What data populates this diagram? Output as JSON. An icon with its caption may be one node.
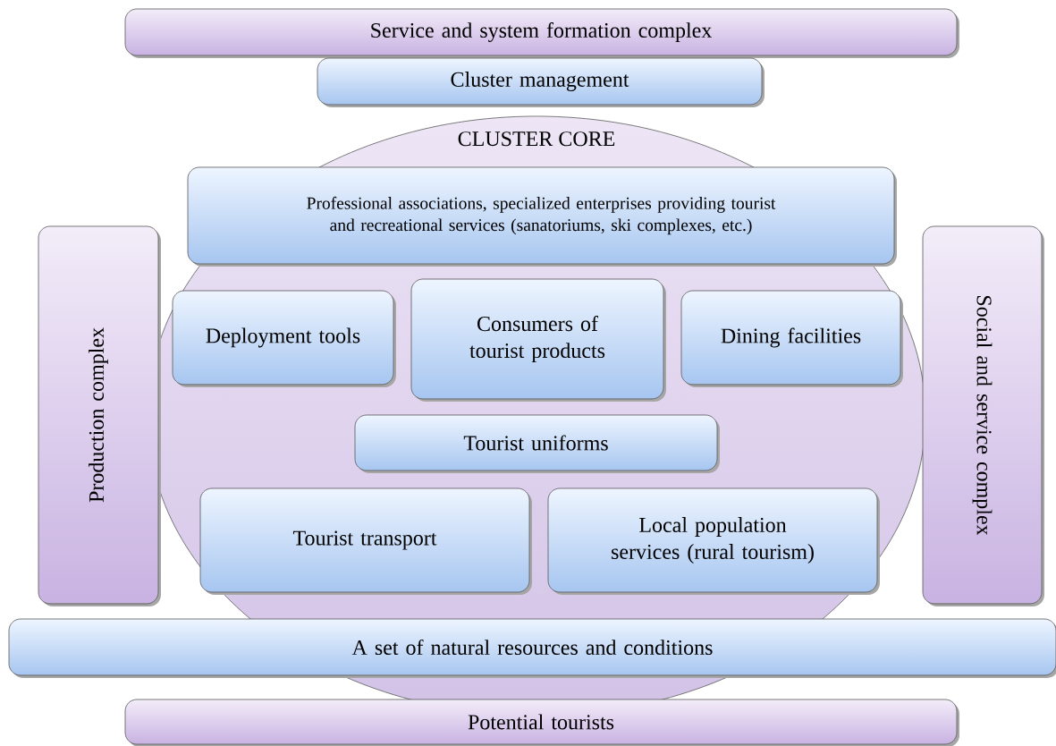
{
  "diagram": {
    "nodes": [
      {
        "text": [
          "Service and system formation complex"
        ]
      },
      {
        "text": [
          "Cluster management"
        ]
      },
      {
        "text": [
          "CLUSTER CORE"
        ]
      },
      {
        "text": [
          "Professional associations, specialized enterprises providing tourist and recreational services (sanatoriums, ski complexes, etc.)"
        ],
        "in": 2
      },
      {
        "text": [
          "Production complex"
        ]
      },
      {
        "text": [
          "Deployment tools"
        ],
        "in": 2
      },
      {
        "text": [
          "Consumers of tourist products"
        ],
        "in": 2
      },
      {
        "text": [
          "Dining facilities"
        ],
        "in": 2
      },
      {
        "text": [
          "Social and service complex"
        ]
      },
      {
        "text": [
          "Tourist uniforms"
        ],
        "in": 2
      },
      {
        "text": [
          "Tourist transport"
        ],
        "in": 2
      },
      {
        "text": [
          "Local population services (rural tourism)"
        ],
        "in": 2
      },
      {
        "text": [
          "A set of natural resources and conditions"
        ]
      },
      {
        "text": [
          "Potential tourists"
        ]
      }
    ]
  }
}
